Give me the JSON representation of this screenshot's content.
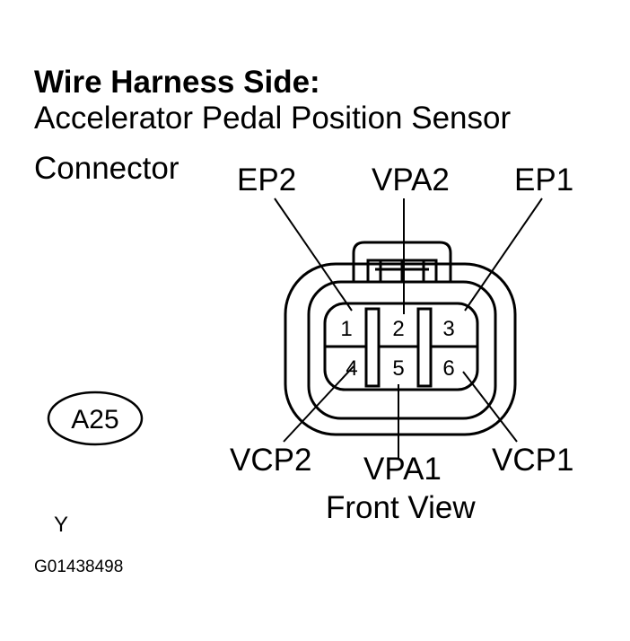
{
  "title": {
    "bold": "Wire Harness Side:",
    "line2": "Accelerator Pedal Position Sensor",
    "line3": "Connector"
  },
  "connector": {
    "id_badge": "A25",
    "view_label": "Front View",
    "pins": [
      {
        "number": "1",
        "signal": "EP2"
      },
      {
        "number": "2",
        "signal": "VPA2"
      },
      {
        "number": "3",
        "signal": "EP1"
      },
      {
        "number": "4",
        "signal": "VCP2"
      },
      {
        "number": "5",
        "signal": "VPA1"
      },
      {
        "number": "6",
        "signal": "VCP1"
      }
    ]
  },
  "codes": {
    "color_code": "Y",
    "figure_id": "G01438498"
  }
}
